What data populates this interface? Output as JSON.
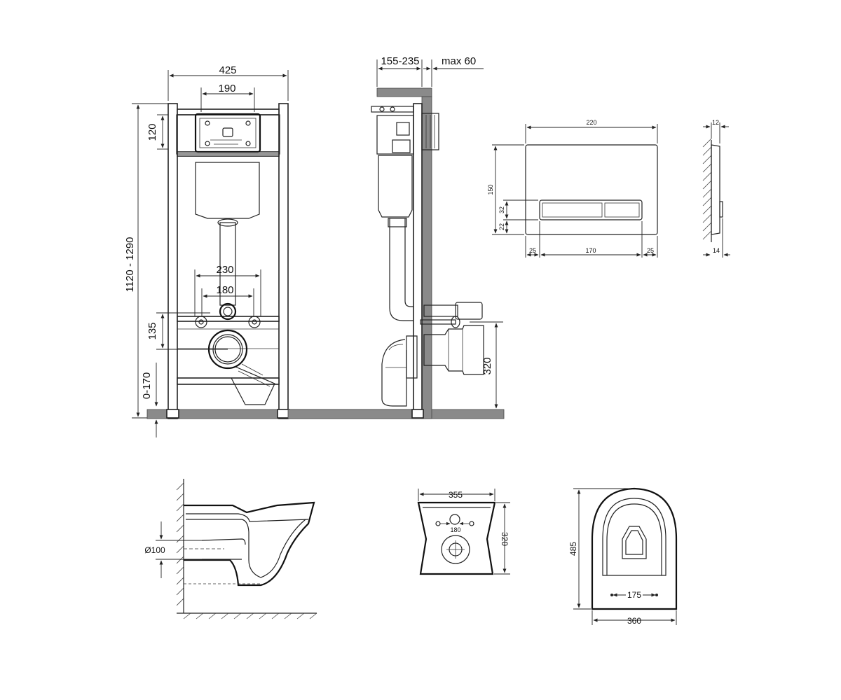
{
  "frame_front": {
    "width": "425",
    "panel_width": "190",
    "panel_height": "120",
    "height": "1120 - 1290",
    "stud_spacing_outer": "230",
    "stud_spacing_inner": "180",
    "outlet_height": "135",
    "foot_adjust": "0-170"
  },
  "frame_side": {
    "wall_gap": "155-235",
    "max_wall": "max 60",
    "outlet_height": "320"
  },
  "flush_plate": {
    "width": "220",
    "height": "150",
    "button_height": "32",
    "button_offset": "22",
    "margin_left": "25",
    "button_width": "170",
    "margin_right": "25",
    "depth_top": "12",
    "depth_bottom": "14"
  },
  "bowl_side": {
    "pipe_diameter": "Ø100"
  },
  "bowl_rear": {
    "width": "355",
    "hole_spacing": "180",
    "height": "320"
  },
  "bowl_top": {
    "length": "485",
    "seat_holes": "175",
    "width": "360"
  }
}
